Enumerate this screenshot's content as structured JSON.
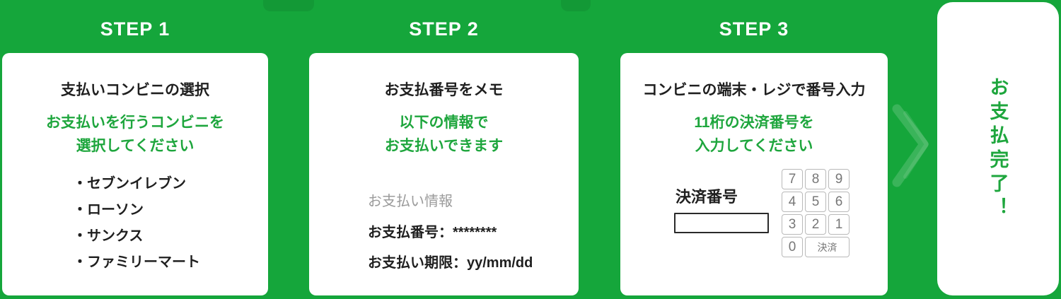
{
  "theme": {
    "green_bg": "#15a63b",
    "green_text": "#1ea63d",
    "card_bg": "#ffffff",
    "text_dark": "#1f1f1f",
    "text_gray": "#9b9b9b",
    "keypad_border": "#b9b9b9",
    "keypad_text": "#777777"
  },
  "steps": [
    {
      "header": "STEP 1",
      "title": "支払いコンビニの選択",
      "subtitle_lines": [
        "お支払いを行うコンビニを",
        "選択してください"
      ],
      "list_items": [
        "・セブンイレブン",
        "・ローソン",
        "・サンクス",
        "・ファミリーマート"
      ]
    },
    {
      "header": "STEP 2",
      "title": "お支払番号をメモ",
      "subtitle_lines": [
        "以下の情報で",
        "お支払いできます"
      ],
      "info_label": "お支払い情報",
      "info_lines": [
        "お支払番号：********",
        "お支払い期限：yy/mm/dd"
      ]
    },
    {
      "header": "STEP 3",
      "title": "コンビニの端末・レジで番号入力",
      "subtitle_lines": [
        "11桁の決済番号を",
        "入力してください"
      ],
      "payment_label": "決済番号",
      "input_value": "",
      "keypad": {
        "rows": [
          [
            "7",
            "8",
            "9"
          ],
          [
            "4",
            "5",
            "6"
          ],
          [
            "3",
            "2",
            "1"
          ]
        ],
        "bottom": [
          "0",
          "決済"
        ]
      }
    }
  ],
  "complete_panel": {
    "text": "お支払完了！"
  }
}
